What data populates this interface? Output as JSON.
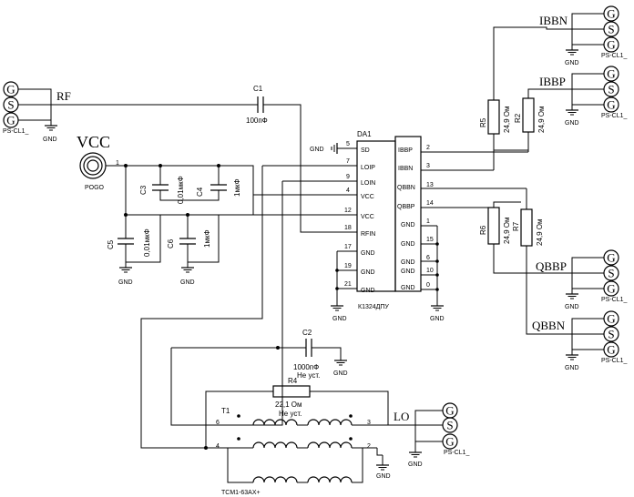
{
  "nets": {
    "rf": "RF",
    "vcc": "VCC",
    "lo": "LO",
    "ibbn": "IBBN",
    "ibbp": "IBBP",
    "qbbp": "QBBP",
    "qbbn": "QBBN"
  },
  "connector": {
    "g": "G",
    "s": "S",
    "part": "PS-CL1_"
  },
  "gnd": "GND",
  "pogo": "POGO",
  "pin_one": "1",
  "components": {
    "c1": {
      "ref": "C1",
      "value": "100пФ"
    },
    "c2": {
      "ref": "C2",
      "value": "1000пФ",
      "note": "Не уст."
    },
    "c3": {
      "ref": "C3",
      "value": "0,01мкФ"
    },
    "c4": {
      "ref": "C4",
      "value": "1мкФ"
    },
    "c5": {
      "ref": "C5",
      "value": "0,01мкФ"
    },
    "c6": {
      "ref": "C6",
      "value": "1мкФ"
    },
    "r2": {
      "ref": "R2",
      "value": "24,9 Ом"
    },
    "r4": {
      "ref": "R4",
      "value": "22,1 Ом",
      "note": "Не уст."
    },
    "r5": {
      "ref": "R5",
      "value": "24,9 Ом"
    },
    "r6": {
      "ref": "R6",
      "value": "24,9 Ом"
    },
    "r7": {
      "ref": "R7",
      "value": "24,9 Ом"
    },
    "t1": {
      "ref": "T1",
      "part": "TCM1-63AX+",
      "pins": [
        "6",
        "4",
        "3",
        "2"
      ]
    }
  },
  "ic": {
    "ref": "DA1",
    "part": "К1324ДПУ",
    "left_pins": [
      {
        "num": "5",
        "name": "SD"
      },
      {
        "num": "7",
        "name": "LOIP"
      },
      {
        "num": "9",
        "name": "LOIN"
      },
      {
        "num": "4",
        "name": "VCC"
      },
      {
        "num": "12",
        "name": "VCC"
      },
      {
        "num": "18",
        "name": "RFIN"
      },
      {
        "num": "17",
        "name": "GND"
      },
      {
        "num": "19",
        "name": "GND"
      },
      {
        "num": "21",
        "name": "GND"
      }
    ],
    "right_pins": [
      {
        "num": "2",
        "name": "IBBP"
      },
      {
        "num": "3",
        "name": "IBBN"
      },
      {
        "num": "13",
        "name": "QBBN"
      },
      {
        "num": "14",
        "name": "QBBP"
      },
      {
        "num": "1",
        "name": "GND"
      },
      {
        "num": "15",
        "name": "GND"
      },
      {
        "num": "6",
        "name": "GND"
      },
      {
        "num": "10",
        "name": "GND"
      },
      {
        "num": "0",
        "name": "GND"
      }
    ]
  }
}
